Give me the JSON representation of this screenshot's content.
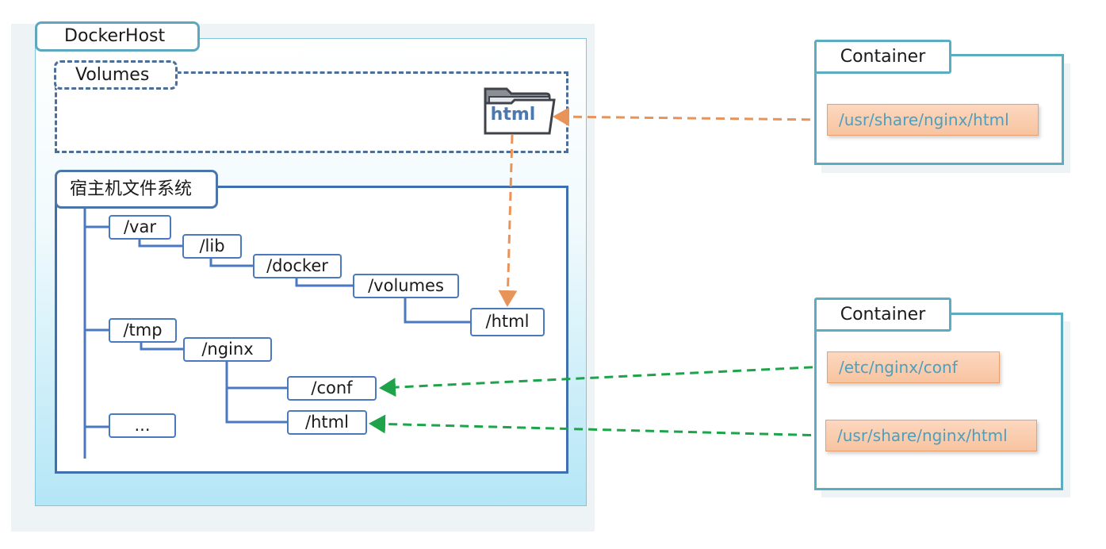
{
  "docker_host": {
    "title": "DockerHost"
  },
  "volumes": {
    "title": "Volumes",
    "folder_label": "html"
  },
  "host_fs": {
    "title": "宿主机文件系统",
    "nodes": {
      "var": "/var",
      "lib": "/lib",
      "docker": "/docker",
      "volumes": "/volumes",
      "vol_html": "/html",
      "tmp": "/tmp",
      "nginx": "/nginx",
      "conf": "/conf",
      "tmp_html": "/html",
      "more": "..."
    }
  },
  "containers": [
    {
      "title": "Container",
      "paths": [
        "/usr/share/nginx/html"
      ]
    },
    {
      "title": "Container",
      "paths": [
        "/etc/nginx/conf",
        "/usr/share/nginx/html"
      ]
    }
  ],
  "colors": {
    "volume_mount_arrow": "#e8935a",
    "bind_mount_arrow": "#1fa34a",
    "tree_line": "#4a79bf",
    "container_border": "#5baec2"
  }
}
